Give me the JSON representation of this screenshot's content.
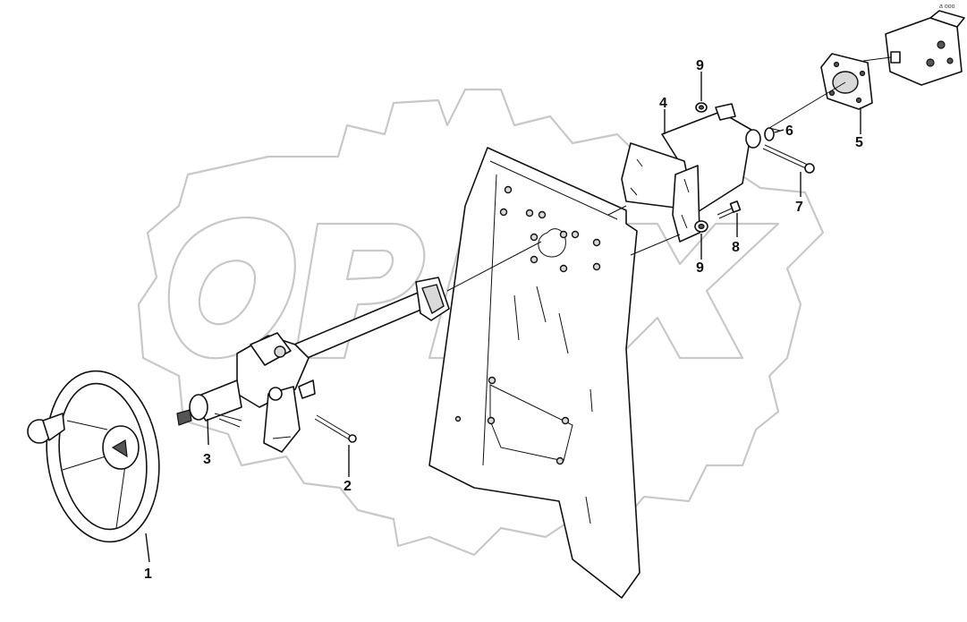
{
  "watermark": {
    "text": "OPEX",
    "color": "#c8c8c8"
  },
  "corner_mark": "a ooo",
  "callouts": [
    {
      "id": "1",
      "label": "1"
    },
    {
      "id": "2",
      "label": "2"
    },
    {
      "id": "3",
      "label": "3"
    },
    {
      "id": "4",
      "label": "4"
    },
    {
      "id": "5",
      "label": "5"
    },
    {
      "id": "6",
      "label": "6"
    },
    {
      "id": "7",
      "label": "7"
    },
    {
      "id": "8",
      "label": "8"
    },
    {
      "id": "9a",
      "label": "9"
    },
    {
      "id": "9b",
      "label": "9"
    }
  ]
}
